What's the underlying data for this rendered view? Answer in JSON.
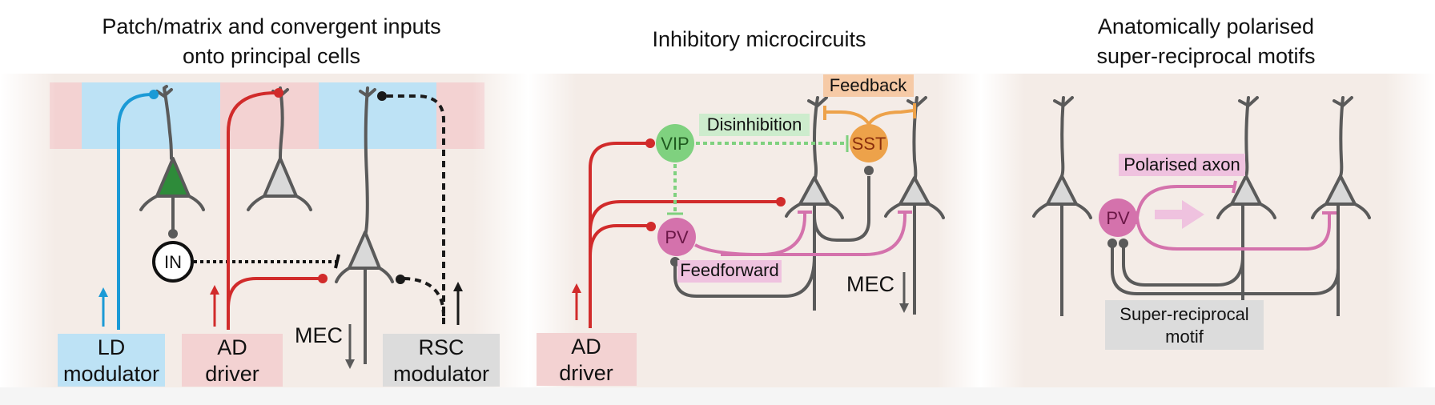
{
  "figure": {
    "panels": [
      {
        "id": "patch-matrix",
        "title_lines": [
          "Patch/matrix and convergent inputs",
          "onto principal cells"
        ],
        "inputs": [
          {
            "label_lines": [
              "LD",
              "modulator"
            ],
            "color": "#1b9ad6",
            "box_color": "#bde2f5"
          },
          {
            "label_lines": [
              "AD",
              "driver"
            ],
            "color": "#d12b2b",
            "box_color": "#f3d2d2"
          },
          {
            "label_lines": [
              "RSC",
              "modulator"
            ],
            "color": "#1a1a1a",
            "box_color": "#dcdcdc"
          }
        ],
        "interneuron_label": "IN",
        "output_label": "MEC",
        "band_colors": {
          "patch": "#bde2f5",
          "matrix": "#f3d2d2"
        }
      },
      {
        "id": "inhibitory",
        "title_lines": [
          "Inhibitory microcircuits"
        ],
        "nodes": [
          {
            "label": "VIP",
            "fill": "#7fd17f",
            "text_color": "#1f5a1f"
          },
          {
            "label": "PV",
            "fill": "#d472ac",
            "text_color": "#6a1746"
          },
          {
            "label": "SST",
            "fill": "#eda24a",
            "text_color": "#8a2e0d"
          }
        ],
        "motif_labels": [
          {
            "text": "Disinhibition",
            "bg": "#cdeccd"
          },
          {
            "text": "Feedback",
            "bg": "#f6caa6"
          },
          {
            "text": "Feedforward",
            "bg": "#efc2df"
          }
        ],
        "input": {
          "label_lines": [
            "AD",
            "driver"
          ],
          "box_color": "#f3d2d2"
        },
        "output_label": "MEC"
      },
      {
        "id": "polarised",
        "title_lines": [
          "Anatomically polarised",
          "super-reciprocal motifs"
        ],
        "node": {
          "label": "PV",
          "fill": "#d472ac",
          "text_color": "#6a1746"
        },
        "motif_labels": [
          {
            "text": "Polarised axon",
            "bg": "#efc2df"
          }
        ],
        "caption_lines": [
          "Super-reciprocal",
          "motif"
        ],
        "caption_bg": "#dcdcdc"
      }
    ],
    "colors": {
      "panel_bg": "#f4ece7",
      "neuron_fill": "#d9d9d9",
      "neuron_stroke": "#5a5a5a",
      "excitatory_red": "#d12b2b",
      "ld_blue": "#1b9ad6",
      "pv_pink": "#d472ac",
      "disinhibition_green": "#7fd17f",
      "feedback_orange": "#eda24a",
      "polarised_arrow": "#efc2df"
    }
  }
}
